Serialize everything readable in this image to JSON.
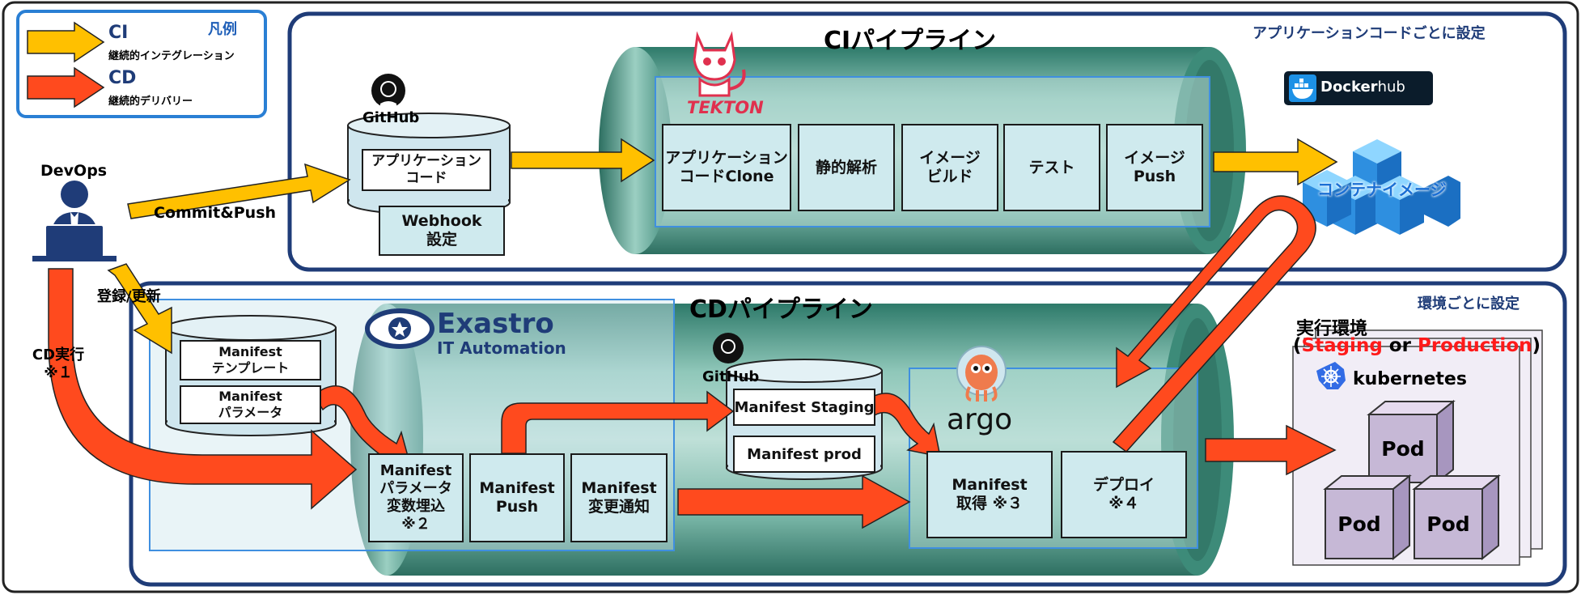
{
  "legend": {
    "title": "凡例",
    "ci": {
      "label": "CI",
      "desc": "継続的インテグレーション"
    },
    "cd": {
      "label": "CD",
      "desc": "継続的デリバリー"
    }
  },
  "ci_panel": {
    "title": "CIパイプライン",
    "scope_note": "アプリケーションコードごとに設定",
    "github_label": "GitHub",
    "app_code": [
      "アプリケーション",
      "コード"
    ],
    "webhook": [
      "Webhook",
      "設定"
    ],
    "tekton_label": "TEKTON",
    "steps": [
      {
        "lines": [
          "アプリケーション",
          "コードClone"
        ]
      },
      {
        "lines": [
          "静的解析"
        ]
      },
      {
        "lines": [
          "イメージ",
          "ビルド"
        ]
      },
      {
        "lines": [
          "テスト"
        ]
      },
      {
        "lines": [
          "イメージ",
          "Push"
        ]
      }
    ],
    "dockerhub": {
      "prefix": "Docker",
      "suffix": "hub"
    },
    "container_image": "コンテナイメージ"
  },
  "devops": {
    "label": "DevOps",
    "commit": "Commit&Push",
    "register": "登録/更新",
    "cd_run": [
      "CD実行",
      "※１"
    ]
  },
  "cd_panel": {
    "title": "CDパイプライン",
    "scope_note": "環境ごとに設定",
    "manifest_template": [
      "Manifest",
      "テンプレート"
    ],
    "manifest_param": [
      "Manifest",
      "パラメータ"
    ],
    "exastro": {
      "name": "Exastro",
      "sub": "IT Automation"
    },
    "steps": [
      {
        "lines": [
          "Manifest",
          "パラメータ",
          "変数埋込",
          "※２"
        ]
      },
      {
        "lines": [
          "Manifest",
          "Push"
        ]
      },
      {
        "lines": [
          "Manifest",
          "変更通知"
        ]
      }
    ],
    "github_label": "GitHub",
    "manifest_staging": "Manifest Staging",
    "manifest_prod": "Manifest prod",
    "argo_label": "argo",
    "argo_steps": [
      {
        "lines": [
          "Manifest",
          "取得 ※３"
        ]
      },
      {
        "lines": [
          "デプロイ",
          "※４"
        ]
      }
    ],
    "runtime": {
      "title": "実行環境",
      "open": "(",
      "staging": "Staging",
      "or": "or",
      "production": "Production",
      "close": ")",
      "kubernetes": "kubernetes",
      "pods": [
        "Pod",
        "Pod",
        "Pod"
      ]
    }
  },
  "colors": {
    "navy": "#1f3c78",
    "ci_arrow": "#ffc000",
    "cd_arrow": "#ff4a1e",
    "step_fill": "#cfeaee",
    "cylinder": "#7ab7a8",
    "blue_frame": "#3f8fe0",
    "pod_fill": "#c6b8d6",
    "red_text": "#ff1a1a"
  }
}
